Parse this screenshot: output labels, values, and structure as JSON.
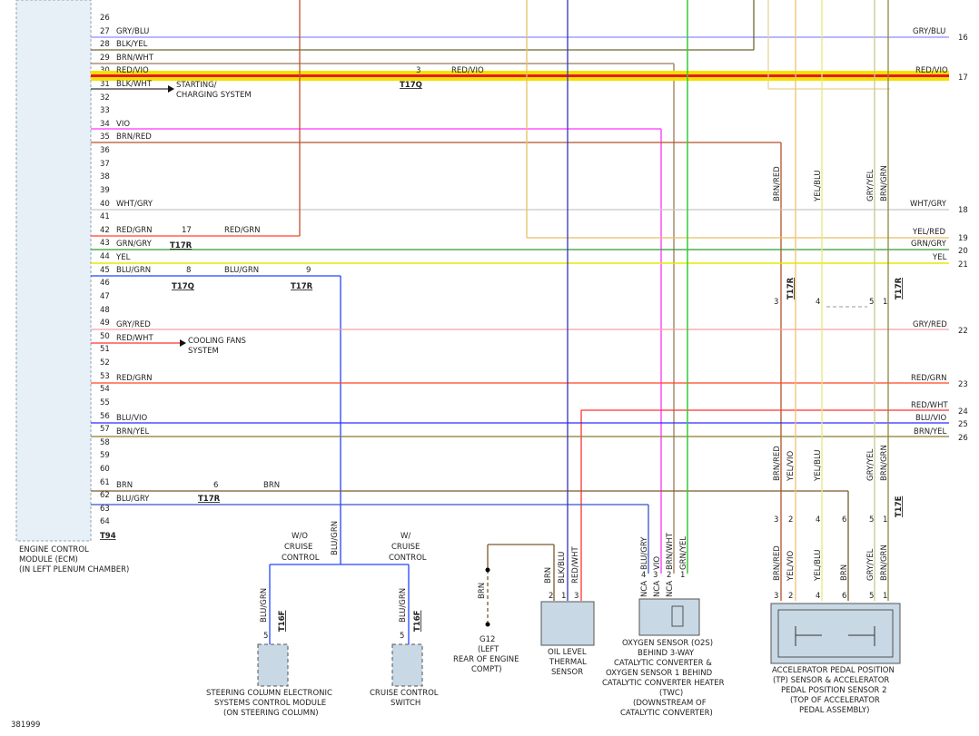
{
  "diagram_id": "381999",
  "ecm": {
    "title_lines": [
      "ENGINE CONTROL",
      "MODULE (ECM)",
      "(IN LEFT PLENUM CHAMBER)"
    ],
    "connector": "T94",
    "pins": [
      "26",
      "27",
      "28",
      "29",
      "30",
      "31",
      "32",
      "33",
      "34",
      "35",
      "36",
      "37",
      "38",
      "39",
      "40",
      "41",
      "42",
      "43",
      "44",
      "45",
      "46",
      "47",
      "48",
      "49",
      "50",
      "51",
      "52",
      "53",
      "54",
      "55",
      "56",
      "57",
      "58",
      "59",
      "60",
      "61",
      "62",
      "63",
      "64"
    ]
  },
  "wires": {
    "w27": "GRY/BLU",
    "w28": "BLK/YEL",
    "w29": "BRN/WHT",
    "w30": "RED/VIO",
    "w31": "BLK/WHT",
    "w34": "VIO",
    "w35": "BRN/RED",
    "w40": "WHT/GRY",
    "w42": "RED/GRN",
    "w43": "GRN/GRY",
    "w44": "YEL",
    "w45": "BLU/GRN",
    "w49": "GRY/RED",
    "w50": "RED/WHT",
    "w53": "RED/GRN",
    "w56": "BLU/VIO",
    "w57": "BRN/YEL",
    "w61": "BRN",
    "w62": "BLU/GRY"
  },
  "mid_labels": {
    "red_vio_mid": "RED/VIO",
    "red_grn_mid": "RED/GRN",
    "blu_grn_mid": "BLU/GRN",
    "brn_mid": "BRN",
    "t17q": "T17Q",
    "t17r": "T17R",
    "t17e": "T17E",
    "t16f": "T16F",
    "n3": "3",
    "n17": "17",
    "n8": "8",
    "n9": "9",
    "n6": "6"
  },
  "right_edge": {
    "r16": {
      "label": "GRY/BLU",
      "num": "16"
    },
    "r17": {
      "label": "RED/VIO",
      "num": "17"
    },
    "r18": {
      "label": "WHT/GRY",
      "num": "18"
    },
    "r19": {
      "label": "YEL/RED",
      "num": "19"
    },
    "r20": {
      "label": "GRN/GRY",
      "num": "20"
    },
    "r21": {
      "label": "YEL",
      "num": "21"
    },
    "r22": {
      "label": "GRY/RED",
      "num": "22"
    },
    "r23": {
      "label": "RED/GRN",
      "num": "23"
    },
    "r24": {
      "label": "RED/WHT",
      "num": "24"
    },
    "r25": {
      "label": "BLU/VIO",
      "num": "25"
    },
    "r26": {
      "label": "BRN/YEL",
      "num": "26"
    }
  },
  "refs": {
    "starting": [
      "STARTING/",
      "CHARGING SYSTEM"
    ],
    "cooling": [
      "COOLING FANS",
      "SYSTEM"
    ]
  },
  "vertical_labels": {
    "brn_red": "BRN/RED",
    "yel_blu": "YEL/BLU",
    "gry_yel": "GRY/YEL",
    "brn_grn": "BRN/GRN",
    "yel_vio": "YEL/VIO",
    "brn": "BRN",
    "blu_gry": "BLU/GRY",
    "vio": "VIO",
    "brn_wht": "BRN/WHT",
    "grn_yel": "GRN/YEL",
    "blk_blu": "BLK/BLU",
    "red_wht": "RED/WHT",
    "blu_grn": "BLU/GRN",
    "nca": "NCA"
  },
  "components": {
    "wo_cruise": [
      "W/O",
      "CRUISE",
      "CONTROL"
    ],
    "w_cruise": [
      "W/",
      "CRUISE",
      "CONTROL"
    ],
    "steering_module": [
      "STEERING COLUMN ELECTRONIC",
      "SYSTEMS CONTROL MODULE",
      "(ON STEERING COLUMN)"
    ],
    "cruise_switch": [
      "CRUISE CONTROL",
      "SWITCH"
    ],
    "ground": [
      "G12",
      "(LEFT",
      "REAR OF ENGINE",
      "COMPT)"
    ],
    "oil_sensor": [
      "OIL LEVEL",
      "THERMAL",
      "SENSOR"
    ],
    "o2s": [
      "OXYGEN SENSOR (O2S)",
      "BEHIND 3-WAY",
      "CATALYTIC CONVERTER &",
      "OXYGEN SENSOR 1 BEHIND",
      "CATALYTIC CONVERTER HEATER",
      "(TWC)",
      "(DOWNSTREAM OF",
      "CATALYTIC CONVERTER)"
    ],
    "app_sensor": [
      "ACCELERATOR PEDAL POSITION",
      "(TP) SENSOR & ACCELERATOR",
      "PEDAL POSITION SENSOR 2",
      "(TOP OF ACCELERATOR",
      "PEDAL ASSEMBLY)"
    ]
  },
  "pin_numbers": {
    "p1": "1",
    "p2": "2",
    "p3": "3",
    "p4": "4",
    "p5": "5",
    "p6": "6"
  },
  "colors": {
    "gry_blu": "#8c8cff",
    "blk_yel": "#6b6b30",
    "brn_wht": "#9a7a55",
    "red_vio": "#ff2a55",
    "vio": "#ff33ff",
    "brn_red": "#b5502a",
    "wht_gry": "#c8c8c8",
    "red_grn": "#ff4422",
    "grn_gry": "#2d9a2d",
    "yel": "#e8e800",
    "blu_grn": "#2244ff",
    "gry_red": "#f0a0a0",
    "red_wht": "#ff3333",
    "blu_vio": "#2a2aff",
    "brn_yel": "#8a7a30",
    "brn": "#7a5a2a",
    "blu_gry": "#3355cc",
    "grn_yel": "#33cc33",
    "yel_red": "#e8c060"
  }
}
